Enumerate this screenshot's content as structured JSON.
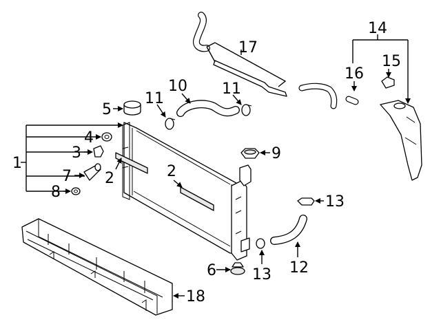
{
  "callouts": [
    {
      "id": "1",
      "label": "1"
    },
    {
      "id": "2a",
      "label": "2"
    },
    {
      "id": "2b",
      "label": "2"
    },
    {
      "id": "3",
      "label": "3"
    },
    {
      "id": "4",
      "label": "4"
    },
    {
      "id": "5",
      "label": "5"
    },
    {
      "id": "6",
      "label": "6"
    },
    {
      "id": "7",
      "label": "7"
    },
    {
      "id": "8",
      "label": "8"
    },
    {
      "id": "9",
      "label": "9"
    },
    {
      "id": "10",
      "label": "10"
    },
    {
      "id": "11a",
      "label": "11"
    },
    {
      "id": "11b",
      "label": "11"
    },
    {
      "id": "12",
      "label": "12"
    },
    {
      "id": "13a",
      "label": "13"
    },
    {
      "id": "13b",
      "label": "13"
    },
    {
      "id": "14",
      "label": "14"
    },
    {
      "id": "15",
      "label": "15"
    },
    {
      "id": "16",
      "label": "16"
    },
    {
      "id": "17",
      "label": "17"
    },
    {
      "id": "18",
      "label": "18"
    }
  ]
}
